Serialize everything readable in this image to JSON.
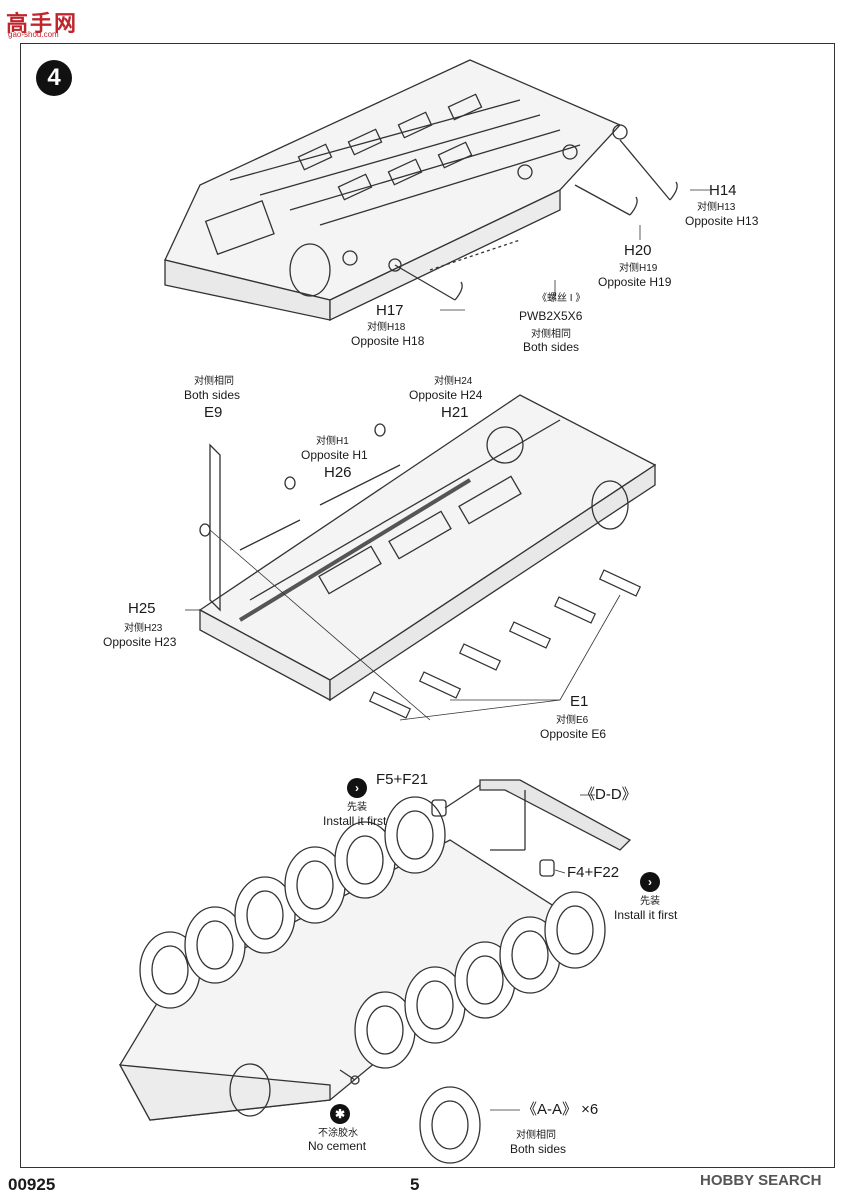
{
  "header": {
    "watermark_cn": "高手网",
    "watermark_url": "gao-shou.com"
  },
  "step": {
    "number": "4"
  },
  "section1": {
    "h14": "H14",
    "h14_cn": "对侧H13",
    "h14_en": "Opposite H13",
    "h20": "H20",
    "h20_cn": "对侧H19",
    "h20_en": "Opposite H19",
    "h17": "H17",
    "h17_cn": "对侧H18",
    "h17_en": "Opposite H18",
    "screw_cn": "《螺丝 I 》",
    "screw_part": "PWB2X5X6",
    "screw_both_cn": "对侧相同",
    "screw_both_en": "Both sides"
  },
  "section2": {
    "e9_cn": "对侧相同",
    "e9_en": "Both sides",
    "e9": "E9",
    "h24_cn": "对侧H24",
    "h24_en": "Opposite H24",
    "h21": "H21",
    "h1_cn": "对侧H1",
    "h1_en": "Opposite H1",
    "h26": "H26",
    "h25": "H25",
    "h25_cn": "对侧H23",
    "h25_en": "Opposite H23",
    "e1": "E1",
    "e1_cn": "对侧E6",
    "e1_en": "Opposite E6"
  },
  "section3": {
    "f5": "F5+F21",
    "f5_first_cn": "先装",
    "f5_first_en": "Install it first",
    "dd": "《D-D》",
    "f4": "F4+F22",
    "f4_first_cn": "先装",
    "f4_first_en": "Install it first",
    "nocement_cn": "不涂胶水",
    "nocement_en": "No cement",
    "aa": "《A-A》 ×6",
    "aa_cn": "对侧相同",
    "aa_en": "Both sides"
  },
  "footer": {
    "code": "00925",
    "page": "5",
    "brand": "HOBBY SEARCH"
  }
}
